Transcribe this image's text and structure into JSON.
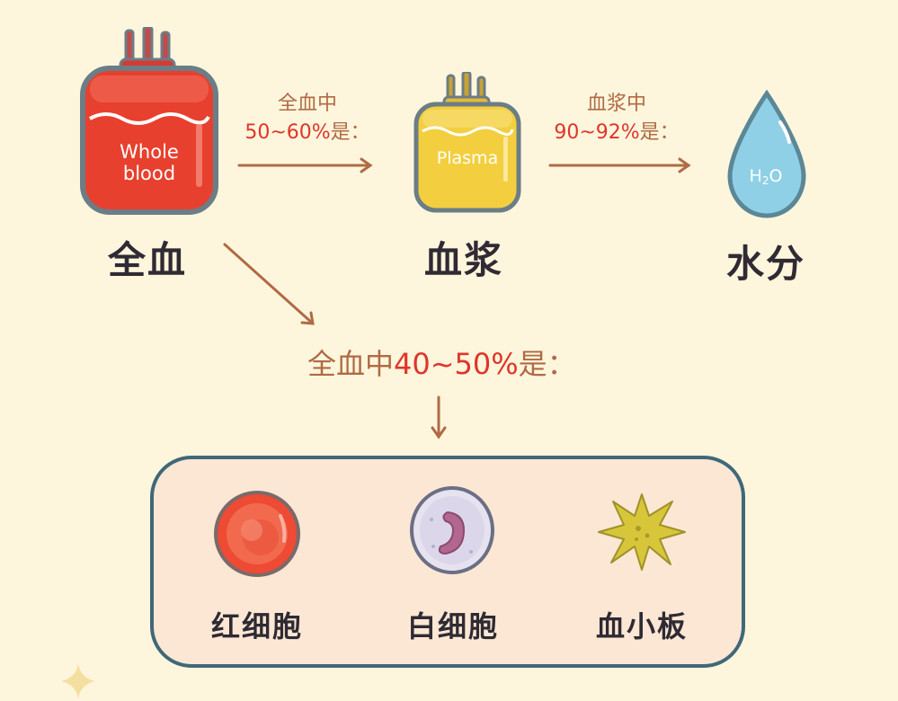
{
  "nodes": {
    "whole_blood": {
      "label": "全血",
      "bag_text_line1": "Whole",
      "bag_text_line2": "blood"
    },
    "plasma": {
      "label": "血浆",
      "bag_text": "Plasma"
    },
    "water": {
      "label": "水分",
      "drop_text_main": "H",
      "drop_text_sub": "2",
      "drop_text_end": "O"
    }
  },
  "edges": {
    "whole_to_plasma": {
      "line1": "全血中",
      "percent": "50~60%",
      "suffix": "是："
    },
    "plasma_to_water": {
      "line1": "血浆中",
      "percent": "90~92%",
      "suffix": "是："
    },
    "whole_to_cells": {
      "prefix": "全血中",
      "percent": "40~50%",
      "suffix": "是："
    }
  },
  "cells": [
    {
      "label": "红细胞"
    },
    {
      "label": "白细胞"
    },
    {
      "label": "血小板"
    }
  ],
  "colors": {
    "background": "#fdf6dc",
    "whole_blood": "#e8402e",
    "plasma": "#f3cf3f",
    "water": "#8fd0e6",
    "arrow": "#b06a45",
    "percent_highlight": "#e0352a",
    "box_border": "#3f6879",
    "box_fill": "#fbe7d4"
  },
  "icons": [
    "whole-blood-bag-icon",
    "plasma-bag-icon",
    "water-drop-icon",
    "red-blood-cell-icon",
    "white-blood-cell-icon",
    "platelet-icon",
    "sparkle-icon"
  ]
}
